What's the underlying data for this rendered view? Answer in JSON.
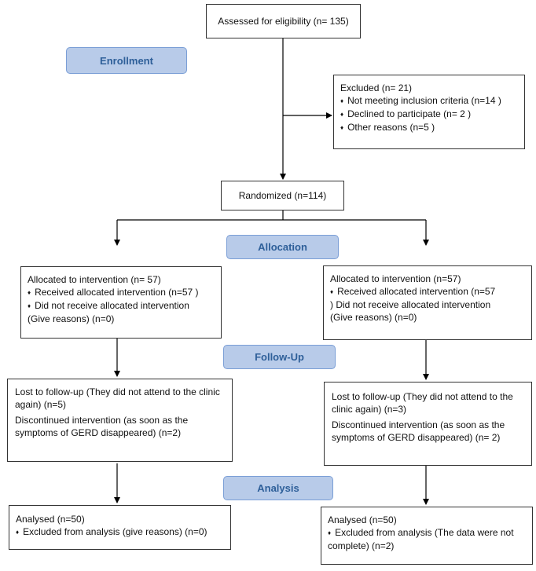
{
  "stages": {
    "enrollment": "Enrollment",
    "allocation": "Allocation",
    "followup": "Follow-Up",
    "analysis": "Analysis"
  },
  "assessed": "Assessed for eligibility (n= 135)",
  "excluded": {
    "title": "Excluded (n= 21)",
    "items": [
      "Not meeting inclusion criteria (n=14  )",
      "Declined to participate (n= 2 )",
      "Other reasons (n=5 )"
    ]
  },
  "randomized": "Randomized (n=114)",
  "left": {
    "allocation": {
      "title": "Allocated to intervention  (n= 57)",
      "received": "Received  allocated intervention  (n=57  )",
      "not_received": "Did not receive allocated intervention",
      "reasons": "(Give reasons) (n=0)"
    },
    "followup": {
      "lost": "Lost to follow-up  (They did not attend to the clinic again) (n=5)",
      "discontinued": "Discontinued intervention  (as soon as the symptoms of GERD disappeared)  (n=2)"
    },
    "analysis": {
      "analysed": "Analysed (n=50)",
      "excluded": "Excluded from analysis (give reasons)  (n=0)"
    }
  },
  "right": {
    "allocation": {
      "title": "Allocated to intervention  (n=57)",
      "received": "Received  allocated intervention  (n=57",
      "not_received": ") Did not receive allocated intervention",
      "reasons": "(Give reasons) (n=0)"
    },
    "followup": {
      "lost": "Lost to follow-up  (They did not attend to the clinic again)  (n=3)",
      "discontinued": "Discontinued intervention  (as soon as the symptoms of GERD disappeared)  (n= 2)"
    },
    "analysis": {
      "analysed": "Analysed (n=50)",
      "excluded": "Excluded from analysis (The data were not complete) (n=2)"
    }
  },
  "colors": {
    "stage_fill": "#b8cbe9",
    "stage_text": "#2e5f99",
    "line": "#000000"
  }
}
